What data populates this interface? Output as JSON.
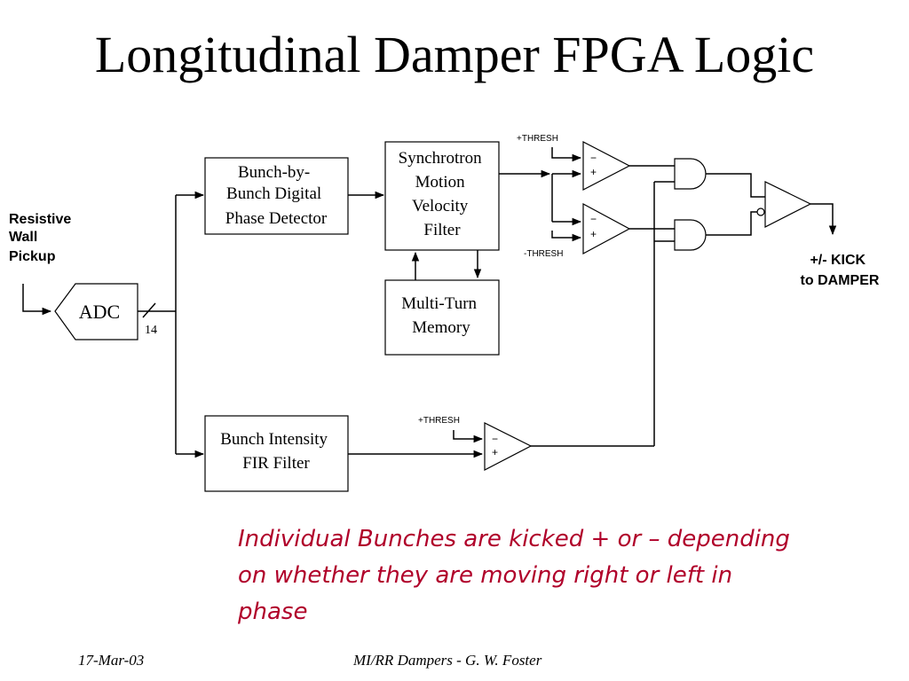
{
  "title": "Longitudinal Damper FPGA Logic",
  "blocks": {
    "phase_detector": [
      "Bunch-by-",
      "Bunch Digital",
      "Phase Detector"
    ],
    "velocity_filter": [
      "Synchrotron",
      "Motion",
      "Velocity",
      "Filter"
    ],
    "memory": [
      "Multi-Turn",
      "Memory"
    ],
    "intensity_filter": [
      "Bunch Intensity",
      "FIR Filter"
    ],
    "adc": "ADC"
  },
  "input_label": [
    "Resistive",
    "Wall",
    "Pickup"
  ],
  "output_label": [
    "+/- KICK",
    "to DAMPER"
  ],
  "bus_width": "14",
  "thresholds": {
    "upper": "+THRESH",
    "lower": "-THRESH",
    "intensity": "+THRESH"
  },
  "comparator_signs": {
    "minus": "−",
    "plus": "+"
  },
  "note": "Individual Bunches are kicked + or – depending on whether they are moving right or left in phase",
  "footer": {
    "date": "17-Mar-03",
    "center": "MI/RR Dampers - G. W. Foster"
  },
  "colors": {
    "note": "#b0002a"
  }
}
